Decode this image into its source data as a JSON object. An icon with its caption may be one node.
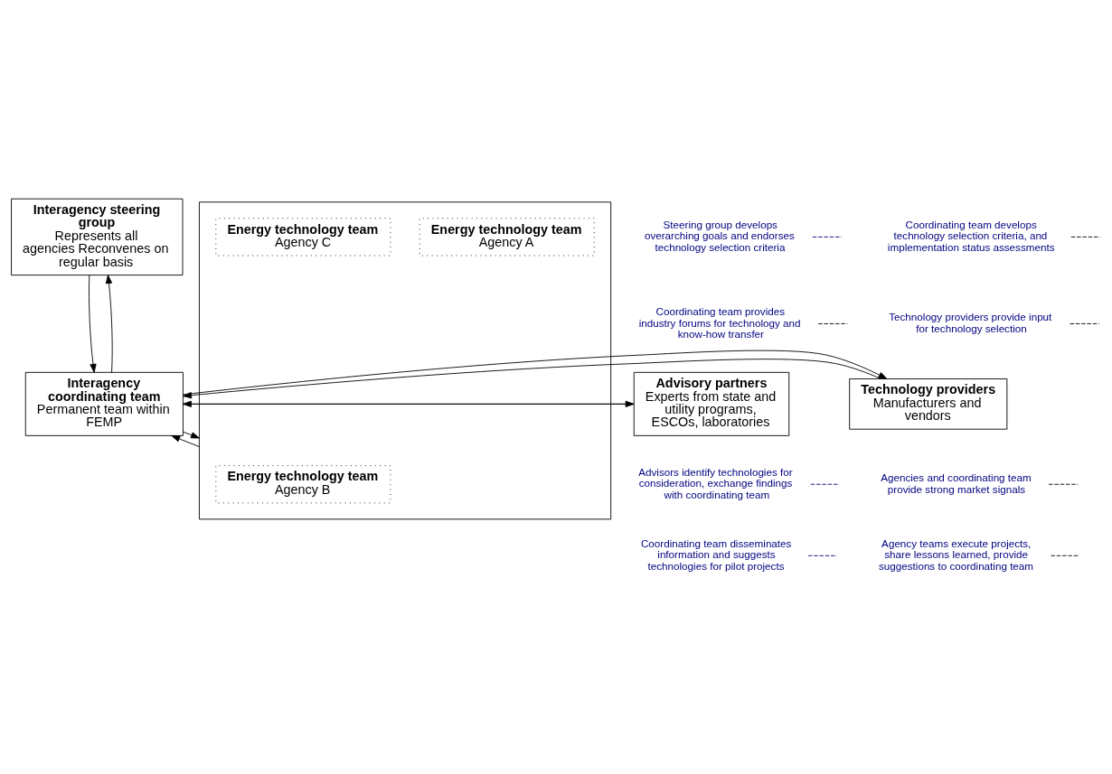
{
  "diagram": {
    "nodes": [
      {
        "text": [
          "Interagency steering group",
          "Represents all agencies Reconvenes on regular basis"
        ]
      },
      {
        "text": [
          "Advisory partners",
          "Experts from state and utility programs, ESCOs, laboratories"
        ]
      },
      {
        "text": [
          "Interagency coordinating team",
          "Permanent team within FEMP"
        ]
      },
      {
        "text": [
          "Technology providers",
          "Manufacturers and vendors"
        ]
      },
      {
        "text": [],
        "shape": "box"
      },
      {
        "text": [
          "Energy technology team",
          "Agency A"
        ],
        "in": 4
      },
      {
        "text": [
          "Energy technology team",
          "Agency B"
        ],
        "in": 4
      },
      {
        "text": [
          "Energy technology team",
          "Agency C"
        ],
        "in": 4
      },
      {
        "text": [
          "Steering group develops overarching goals and endorses technology selection criteria"
        ]
      },
      {
        "text": [
          "Coordinating team develops technology selection criteria, and implementation status assessments"
        ]
      },
      {
        "text": [
          "Coordinating team provides industry forums for technology and know-how transfer"
        ]
      },
      {
        "text": [
          "Technology providers provide input for technology selection"
        ]
      },
      {
        "text": [
          "Advisors identify technologies for consideration, exchange findings with coordinating team"
        ]
      },
      {
        "text": [
          "Agencies and coordinating team provide strong market signals"
        ]
      },
      {
        "text": [
          "Coordinating team disseminates information and suggests technologies for pilot projects"
        ]
      },
      {
        "text": [
          "Agency teams execute projects, share lessons learned, provide suggestions to coordinating team"
        ]
      }
    ],
    "edges": [
      {
        "from": 0,
        "to": 2,
        "arrow": "to"
      },
      {
        "from": 2,
        "to": 0,
        "arrow": "to"
      },
      {
        "from": 2,
        "to": 1,
        "arrow": "to"
      },
      {
        "from": 1,
        "to": 2,
        "arrow": "to"
      },
      {
        "from": 3,
        "to": 2,
        "arrow": "to"
      },
      {
        "from": 2,
        "to": 3,
        "arrow": "to"
      },
      {
        "from": 2,
        "to": 4,
        "arrow": "to"
      },
      {
        "from": 4,
        "to": 2,
        "arrow": "to"
      },
      {
        "from": 8,
        "to": null,
        "arrow": "none",
        "style": "dashed",
        "color": "#000080"
      },
      {
        "from": 9,
        "to": null,
        "arrow": "none",
        "style": "dashed"
      },
      {
        "from": 10,
        "to": null,
        "arrow": "none",
        "style": "dashed"
      },
      {
        "from": 11,
        "to": null,
        "arrow": "none",
        "style": "dashed"
      },
      {
        "from": 12,
        "to": null,
        "arrow": "none",
        "style": "dashed",
        "color": "#000080"
      },
      {
        "from": 13,
        "to": null,
        "arrow": "none",
        "style": "dashed"
      },
      {
        "from": 14,
        "to": null,
        "arrow": "none",
        "style": "dashed",
        "color": "#000080"
      },
      {
        "from": 15,
        "to": null,
        "arrow": "none",
        "style": "dashed"
      }
    ]
  }
}
